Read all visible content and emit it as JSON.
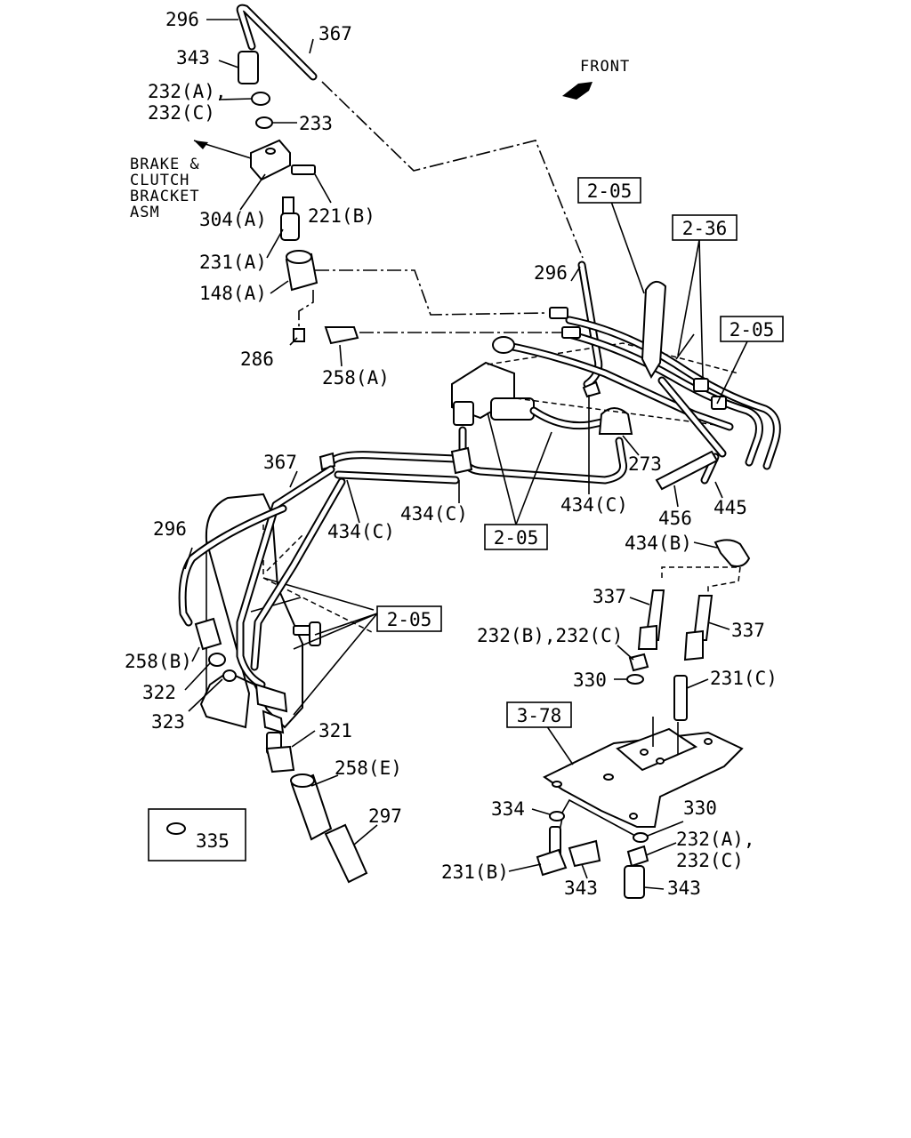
{
  "diagram": {
    "front_label": "FRONT",
    "bracket_note": [
      "BRAKE &",
      "CLUTCH",
      "BRACKET",
      "ASM"
    ],
    "callouts": [
      {
        "id": "296-top",
        "text": "296"
      },
      {
        "id": "367-top",
        "text": "367"
      },
      {
        "id": "343-top",
        "text": "343"
      },
      {
        "id": "232a-top",
        "text": "232(A),"
      },
      {
        "id": "232c-top",
        "text": "232(C)"
      },
      {
        "id": "233",
        "text": "233"
      },
      {
        "id": "304a",
        "text": "304(A)"
      },
      {
        "id": "221b",
        "text": "221(B)"
      },
      {
        "id": "231a",
        "text": "231(A)"
      },
      {
        "id": "148a",
        "text": "148(A)"
      },
      {
        "id": "286",
        "text": "286"
      },
      {
        "id": "258a",
        "text": "258(A)"
      },
      {
        "id": "296-mid",
        "text": "296"
      },
      {
        "id": "273",
        "text": "273"
      },
      {
        "id": "434c-right",
        "text": "434(C)"
      },
      {
        "id": "456",
        "text": "456"
      },
      {
        "id": "445",
        "text": "445"
      },
      {
        "id": "367-mid",
        "text": "367"
      },
      {
        "id": "434c-mid",
        "text": "434(C)"
      },
      {
        "id": "434c-left",
        "text": "434(C)"
      },
      {
        "id": "296-left",
        "text": "296"
      },
      {
        "id": "258b",
        "text": "258(B)"
      },
      {
        "id": "322",
        "text": "322"
      },
      {
        "id": "323",
        "text": "323"
      },
      {
        "id": "321",
        "text": "321"
      },
      {
        "id": "258e",
        "text": "258(E)"
      },
      {
        "id": "297",
        "text": "297"
      },
      {
        "id": "335",
        "text": "335"
      },
      {
        "id": "434b",
        "text": "434(B)"
      },
      {
        "id": "337-left",
        "text": "337"
      },
      {
        "id": "337-right",
        "text": "337"
      },
      {
        "id": "232bc",
        "text": "232(B),232(C)"
      },
      {
        "id": "330-mid",
        "text": "330"
      },
      {
        "id": "231c",
        "text": "231(C)"
      },
      {
        "id": "334",
        "text": "334"
      },
      {
        "id": "330-low",
        "text": "330"
      },
      {
        "id": "232a-low",
        "text": "232(A),"
      },
      {
        "id": "232c-low",
        "text": "232(C)"
      },
      {
        "id": "231b",
        "text": "231(B)"
      },
      {
        "id": "343-low-left",
        "text": "343"
      },
      {
        "id": "343-low-right",
        "text": "343"
      }
    ],
    "section_refs": [
      {
        "id": "ref-205-top",
        "text": "2-05"
      },
      {
        "id": "ref-236",
        "text": "2-36"
      },
      {
        "id": "ref-205-right",
        "text": "2-05"
      },
      {
        "id": "ref-205-center",
        "text": "2-05"
      },
      {
        "id": "ref-205-left",
        "text": "2-05"
      },
      {
        "id": "ref-378",
        "text": "3-78"
      }
    ]
  }
}
